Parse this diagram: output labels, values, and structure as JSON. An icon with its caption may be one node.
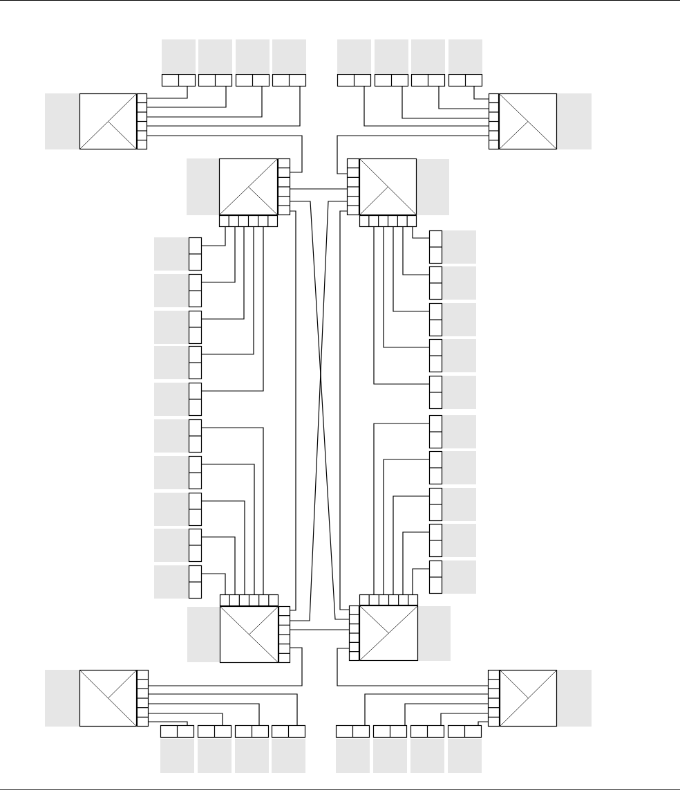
{
  "diagram": {
    "nodes": [
      {
        "text": [],
        "shape": "box"
      },
      {
        "text": [],
        "shape": "box"
      },
      {
        "text": [],
        "shape": "box"
      },
      {
        "text": [],
        "shape": "box"
      },
      {
        "text": [],
        "shape": "box"
      },
      {
        "text": [],
        "shape": "box"
      },
      {
        "text": [],
        "shape": "box"
      },
      {
        "text": [],
        "shape": "box"
      },
      {
        "text": [],
        "shape": "box"
      },
      {
        "text": [],
        "shape": "box"
      },
      {
        "text": [],
        "shape": "box"
      },
      {
        "text": [],
        "shape": "box"
      },
      {
        "text": [],
        "shape": "box"
      },
      {
        "text": [],
        "shape": "box"
      },
      {
        "text": [],
        "shape": "box"
      },
      {
        "text": [],
        "shape": "box"
      },
      {
        "text": [],
        "shape": "box"
      },
      {
        "text": [],
        "shape": "box"
      },
      {
        "text": [],
        "shape": "box"
      },
      {
        "text": [],
        "shape": "box"
      },
      {
        "text": [],
        "shape": "box"
      },
      {
        "text": [],
        "shape": "box"
      },
      {
        "text": [],
        "shape": "box"
      },
      {
        "text": [],
        "shape": "box"
      },
      {
        "text": [],
        "shape": "box"
      },
      {
        "text": [],
        "shape": "box"
      },
      {
        "text": [],
        "shape": "box"
      },
      {
        "text": [],
        "shape": "box"
      },
      {
        "text": [],
        "shape": "box"
      },
      {
        "text": [],
        "shape": "box"
      },
      {
        "text": [],
        "shape": "box"
      },
      {
        "text": [],
        "shape": "box"
      },
      {
        "text": [],
        "shape": "box"
      },
      {
        "text": [],
        "shape": "box"
      },
      {
        "text": [],
        "shape": "box"
      },
      {
        "text": [],
        "shape": "box"
      },
      {
        "text": [],
        "shape": "box"
      },
      {
        "text": [],
        "shape": "box"
      },
      {
        "text": [],
        "shape": "box"
      },
      {
        "text": [],
        "shape": "box"
      },
      {
        "text": [],
        "shape": "box"
      },
      {
        "text": [],
        "shape": "box"
      },
      {
        "text": [],
        "shape": "box"
      },
      {
        "text": [],
        "shape": "box"
      }
    ],
    "edges": [
      {
        "from": 0,
        "to": 8,
        "arrow": "none"
      },
      {
        "from": 1,
        "to": 8,
        "arrow": "none"
      },
      {
        "from": 2,
        "to": 8,
        "arrow": "none"
      },
      {
        "from": 3,
        "to": 8,
        "arrow": "none"
      },
      {
        "from": 8,
        "to": 10,
        "arrow": "none"
      },
      {
        "from": 4,
        "to": 9,
        "arrow": "none"
      },
      {
        "from": 5,
        "to": 9,
        "arrow": "none"
      },
      {
        "from": 6,
        "to": 9,
        "arrow": "none"
      },
      {
        "from": 7,
        "to": 9,
        "arrow": "none"
      },
      {
        "from": 9,
        "to": 11,
        "arrow": "none"
      },
      {
        "from": 10,
        "to": 11,
        "arrow": "none"
      },
      {
        "from": 10,
        "to": 32,
        "arrow": "none"
      },
      {
        "from": 10,
        "to": 33,
        "arrow": "none"
      },
      {
        "from": 11,
        "to": 32,
        "arrow": "none"
      },
      {
        "from": 11,
        "to": 33,
        "arrow": "none"
      },
      {
        "from": 10,
        "to": 12,
        "arrow": "none"
      },
      {
        "from": 10,
        "to": 13,
        "arrow": "none"
      },
      {
        "from": 10,
        "to": 14,
        "arrow": "none"
      },
      {
        "from": 10,
        "to": 15,
        "arrow": "none"
      },
      {
        "from": 10,
        "to": 16,
        "arrow": "none"
      },
      {
        "from": 11,
        "to": 22,
        "arrow": "none"
      },
      {
        "from": 11,
        "to": 23,
        "arrow": "none"
      },
      {
        "from": 11,
        "to": 24,
        "arrow": "none"
      },
      {
        "from": 11,
        "to": 25,
        "arrow": "none"
      },
      {
        "from": 11,
        "to": 26,
        "arrow": "none"
      },
      {
        "from": 32,
        "to": 17,
        "arrow": "none"
      },
      {
        "from": 32,
        "to": 18,
        "arrow": "none"
      },
      {
        "from": 32,
        "to": 19,
        "arrow": "none"
      },
      {
        "from": 32,
        "to": 20,
        "arrow": "none"
      },
      {
        "from": 32,
        "to": 21,
        "arrow": "none"
      },
      {
        "from": 33,
        "to": 27,
        "arrow": "none"
      },
      {
        "from": 33,
        "to": 28,
        "arrow": "none"
      },
      {
        "from": 33,
        "to": 29,
        "arrow": "none"
      },
      {
        "from": 33,
        "to": 30,
        "arrow": "none"
      },
      {
        "from": 33,
        "to": 31,
        "arrow": "none"
      },
      {
        "from": 32,
        "to": 33,
        "arrow": "none"
      },
      {
        "from": 32,
        "to": 34,
        "arrow": "none"
      },
      {
        "from": 33,
        "to": 35,
        "arrow": "none"
      },
      {
        "from": 34,
        "to": 36,
        "arrow": "none"
      },
      {
        "from": 34,
        "to": 37,
        "arrow": "none"
      },
      {
        "from": 34,
        "to": 38,
        "arrow": "none"
      },
      {
        "from": 34,
        "to": 39,
        "arrow": "none"
      },
      {
        "from": 35,
        "to": 40,
        "arrow": "none"
      },
      {
        "from": 35,
        "to": 41,
        "arrow": "none"
      },
      {
        "from": 35,
        "to": 42,
        "arrow": "none"
      },
      {
        "from": 35,
        "to": 43,
        "arrow": "none"
      }
    ]
  }
}
